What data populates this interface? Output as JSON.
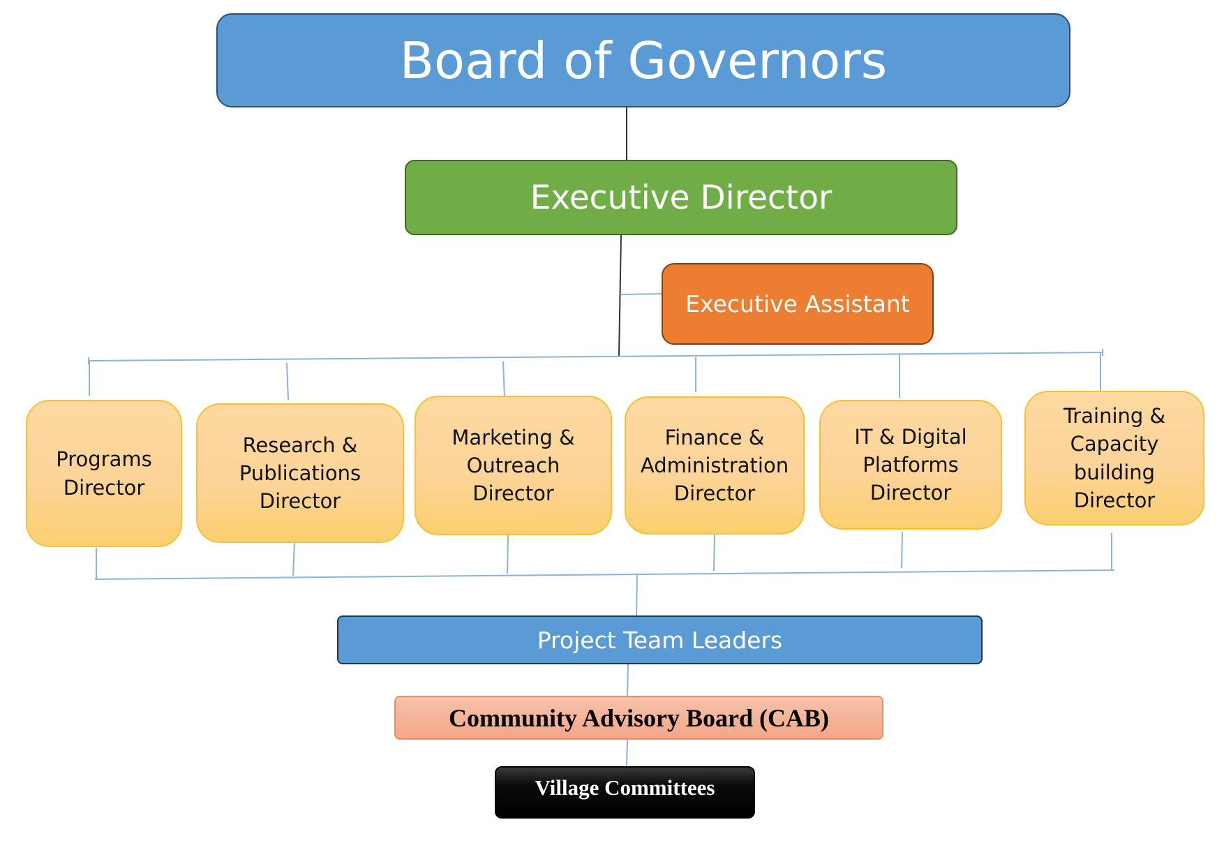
{
  "board": {
    "label": "Board of Governors"
  },
  "executive_director": {
    "label": "Executive Director"
  },
  "executive_assistant": {
    "label": "Executive Assistant"
  },
  "directors": [
    {
      "label": "Programs\nDirector"
    },
    {
      "label": "Research &\nPublications\nDirector"
    },
    {
      "label": "Marketing &\nOutreach\nDirector"
    },
    {
      "label": "Finance &\nAdministration\nDirector"
    },
    {
      "label": "IT & Digital\nPlatforms\nDirector"
    },
    {
      "label": "Training &\nCapacity\nbuilding\nDirector"
    }
  ],
  "project_team_leaders": {
    "label": "Project Team Leaders"
  },
  "cab": {
    "label": "Community Advisory Board (CAB)"
  },
  "village_committees": {
    "label": "Village Committees"
  },
  "colors": {
    "board": "#5b9bd5",
    "executive_director": "#70ad47",
    "executive_assistant": "#ed7d31",
    "directors": "#fdd49a",
    "project_team_leaders": "#5b9bd5",
    "cab": "#f4b095",
    "village_committees": "#000000",
    "connector_dark": "#333333",
    "connector_light": "#8db3d6"
  }
}
